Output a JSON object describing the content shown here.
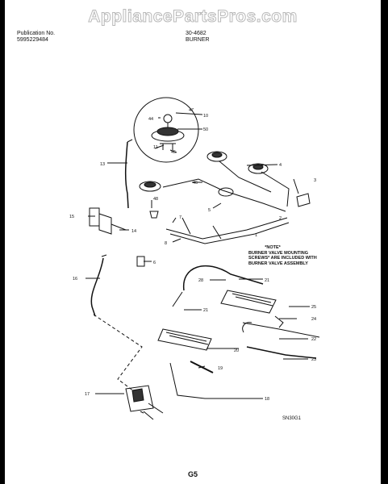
{
  "watermark": "AppliancePartsPros.com",
  "header": {
    "publication_label": "Publication No.",
    "publication_number": "5995229484",
    "model": "30-4682",
    "section": "BURNER"
  },
  "note": {
    "title": "*NOTE*",
    "lines": [
      "BURNER VALVE MOUNTING",
      "SCREWS* ARE INCLUDED WITH",
      "BURNER VALVE ASSEMBLY"
    ]
  },
  "callouts": [
    {
      "id": "c10",
      "text": "10"
    },
    {
      "id": "c47",
      "text": "47"
    },
    {
      "id": "c44",
      "text": "44"
    },
    {
      "id": "c50",
      "text": "50"
    },
    {
      "id": "c11",
      "text": "11"
    },
    {
      "id": "c45",
      "text": "45"
    },
    {
      "id": "c13",
      "text": "13"
    },
    {
      "id": "c4",
      "text": "4"
    },
    {
      "id": "c3",
      "text": "3"
    },
    {
      "id": "c46",
      "text": "46"
    },
    {
      "id": "c48",
      "text": "48"
    },
    {
      "id": "c5",
      "text": "5"
    },
    {
      "id": "c15",
      "text": "15"
    },
    {
      "id": "c14",
      "text": "14"
    },
    {
      "id": "c7",
      "text": "7"
    },
    {
      "id": "c1",
      "text": "1"
    },
    {
      "id": "c8",
      "text": "8"
    },
    {
      "id": "c2",
      "text": "2"
    },
    {
      "id": "c6",
      "text": "6"
    },
    {
      "id": "c16",
      "text": "16"
    },
    {
      "id": "c28",
      "text": "28"
    },
    {
      "id": "c21a",
      "text": "21"
    },
    {
      "id": "c21b",
      "text": "21"
    },
    {
      "id": "c25",
      "text": "25"
    },
    {
      "id": "c24",
      "text": "24"
    },
    {
      "id": "c22",
      "text": "22"
    },
    {
      "id": "c20",
      "text": "20"
    },
    {
      "id": "c23",
      "text": "23"
    },
    {
      "id": "c19",
      "text": "19"
    },
    {
      "id": "c17",
      "text": "17"
    },
    {
      "id": "c18",
      "text": "18"
    }
  ],
  "diagram_code": "SN30G1",
  "page_code": "G5"
}
